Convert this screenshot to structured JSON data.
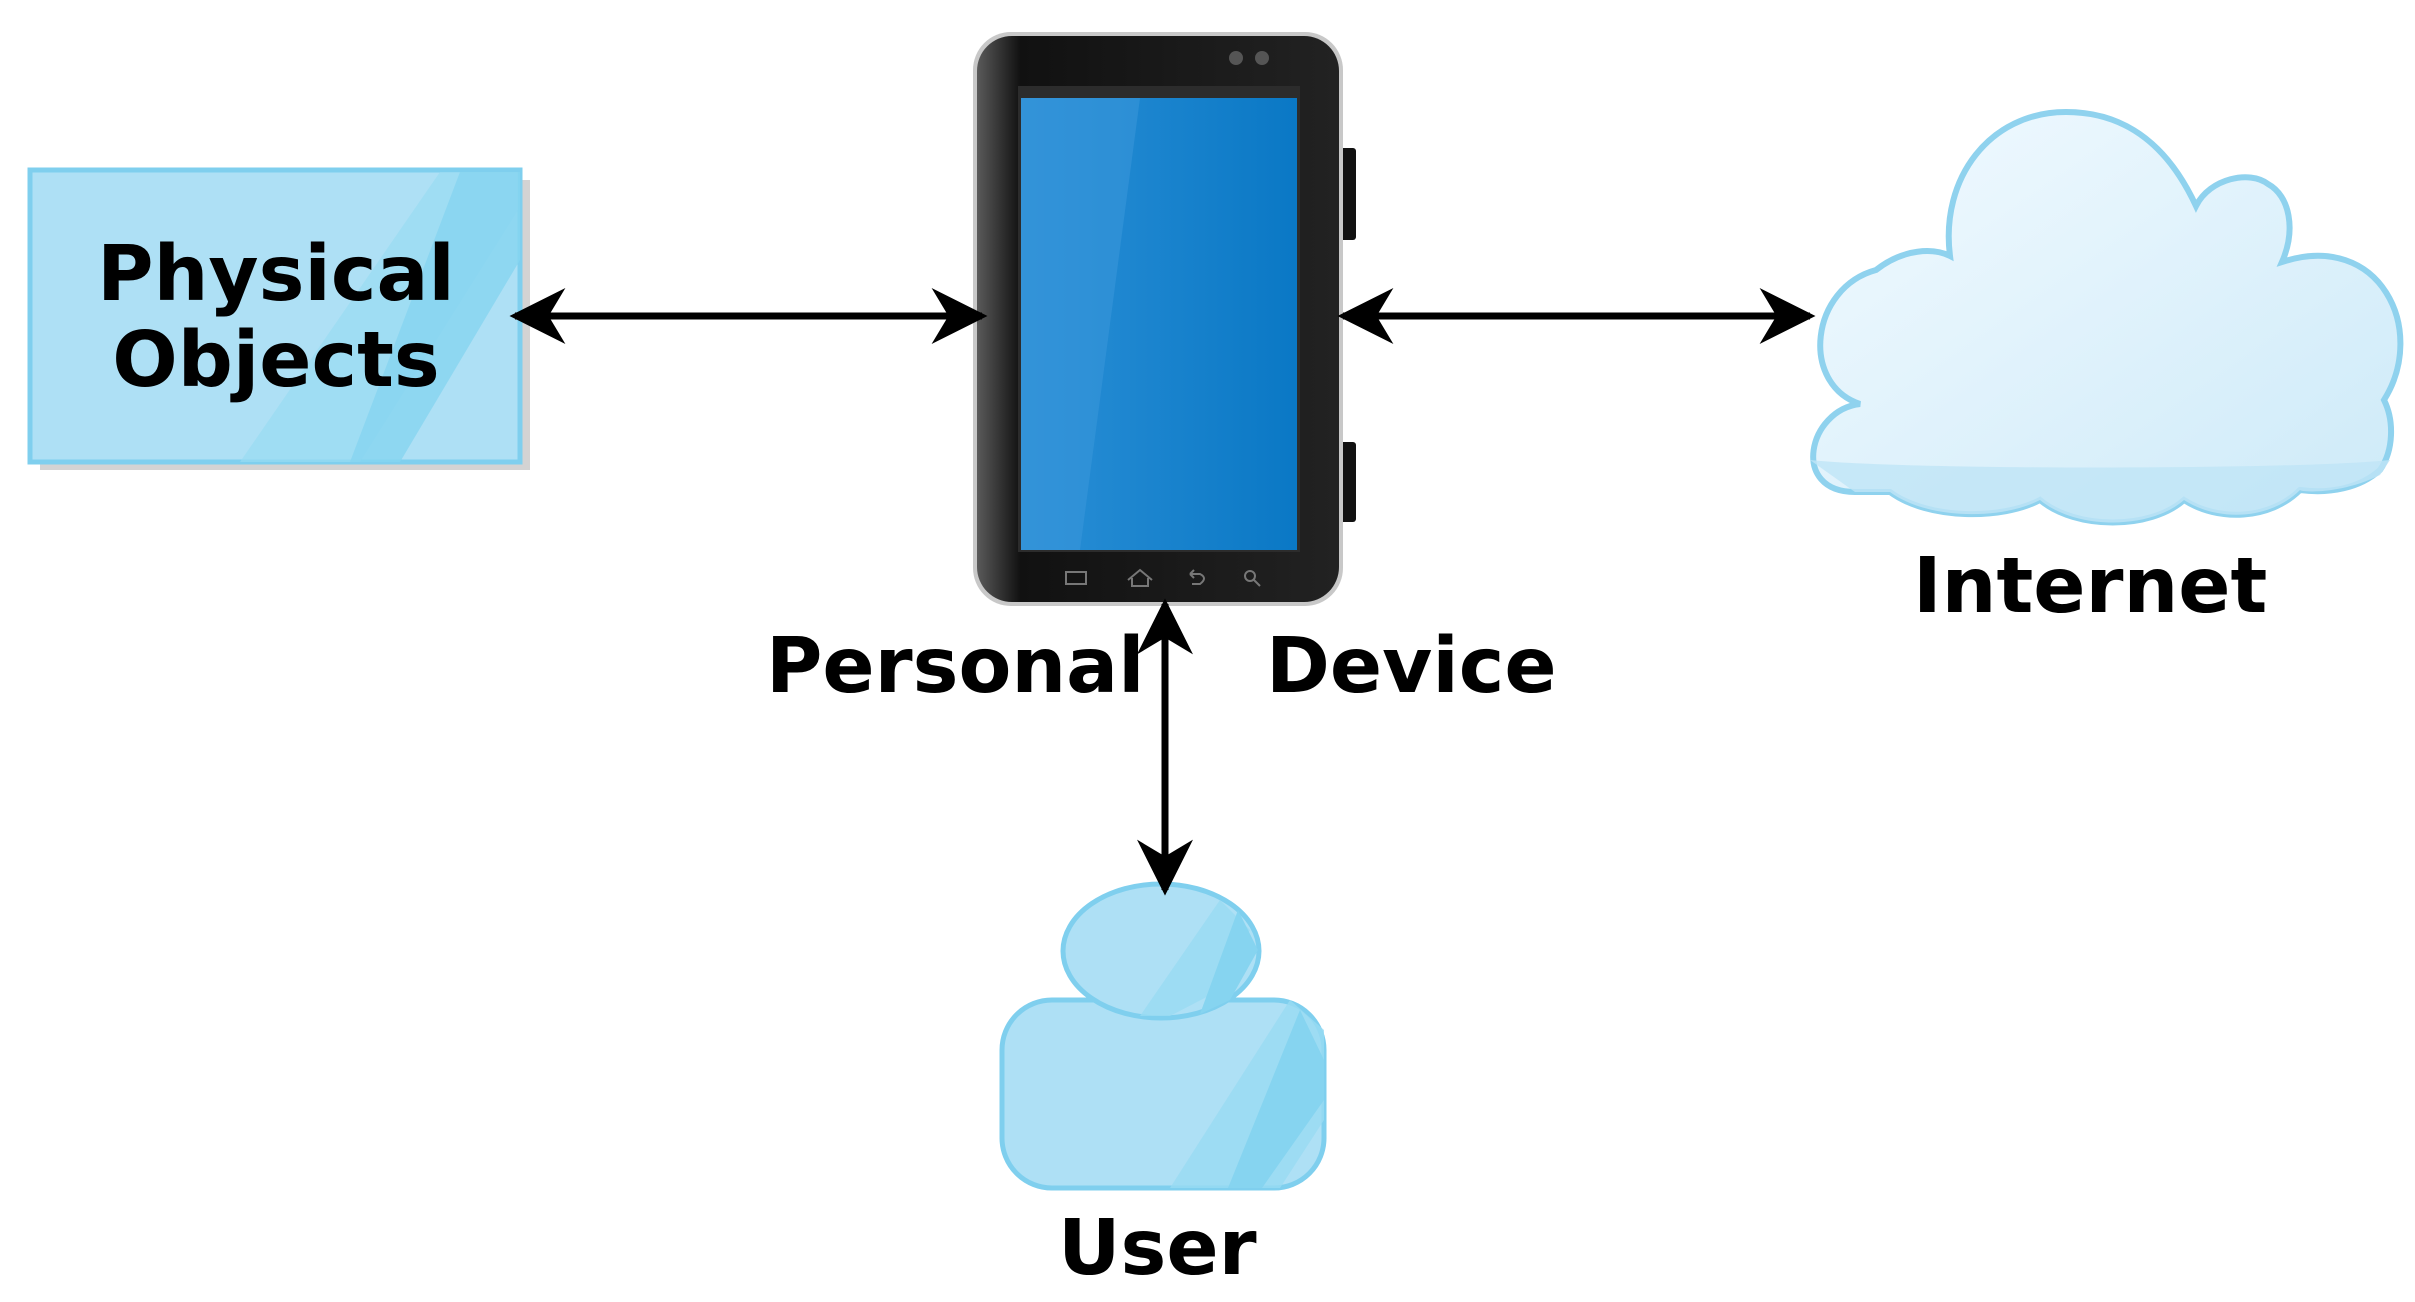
{
  "nodes": {
    "physical_objects": {
      "line1": "Physical",
      "line2": "Objects"
    },
    "personal_device": {
      "word1": "Personal",
      "word2": "Device"
    },
    "internet": {
      "label": "Internet"
    },
    "user": {
      "label": "User"
    }
  },
  "edges": [
    {
      "from": "physical_objects",
      "to": "personal_device",
      "direction": "both"
    },
    {
      "from": "personal_device",
      "to": "internet",
      "direction": "both"
    },
    {
      "from": "personal_device",
      "to": "user",
      "direction": "both"
    }
  ],
  "colors": {
    "node_fill": "#aee0f5",
    "node_fill_dark": "#87d7f0",
    "node_border": "#7fcfee",
    "tablet_body": "#1a1a1a",
    "tablet_screen": "#0a7ecb",
    "arrow": "#000000"
  },
  "icons": [
    "tablet-icon",
    "cloud-icon",
    "user-icon"
  ]
}
